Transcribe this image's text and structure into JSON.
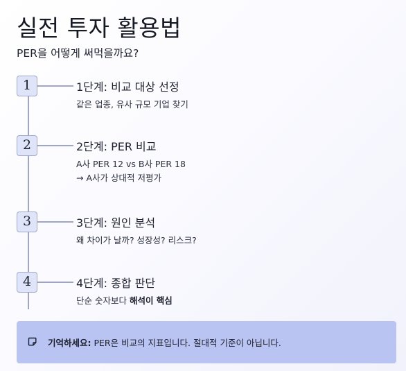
{
  "header": {
    "title": "실전 투자 활용법",
    "subtitle": "PER을 어떻게 써먹을까요?"
  },
  "steps": [
    {
      "number": "1",
      "title": "1단계: 비교 대상 선정",
      "desc": "같은 업종, 유사 규모 기업 찾기"
    },
    {
      "number": "2",
      "title": "2단계: PER 비교",
      "desc_line1": "A사 PER 12 vs B사 PER 18",
      "desc_line2": "→ A사가 상대적 저평가"
    },
    {
      "number": "3",
      "title": "3단계: 원인 분석",
      "desc": "왜 차이가 날까? 성장성? 리스크?"
    },
    {
      "number": "4",
      "title": "4단계: 종합 판단",
      "desc_prefix": "단순 숫자보다 ",
      "desc_bold": "해석이 핵심"
    }
  ],
  "callout": {
    "icon": "note-icon",
    "label": "기억하세요:",
    "text": " PER은 비교의 지표입니다. 절대적 기준이 아닙니다."
  },
  "colors": {
    "accent_box": "#dfe4f8",
    "accent_border": "#9ea9d0",
    "timeline": "#9ea6c4",
    "callout_bg": "#b9c4f3"
  }
}
